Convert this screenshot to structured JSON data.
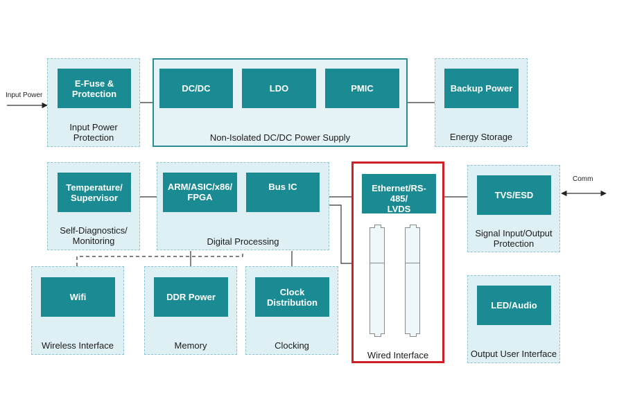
{
  "external": {
    "input_power": "Input Power",
    "comm": "Comm"
  },
  "groups": {
    "input_power_protection": {
      "title": "Input Power\nProtection",
      "blocks": [
        "E-Fuse &\nProtection"
      ]
    },
    "dcdc_supply": {
      "title": "Non-Isolated DC/DC Power Supply",
      "blocks": [
        "DC/DC",
        "LDO",
        "PMIC"
      ]
    },
    "energy_storage": {
      "title": "Energy Storage",
      "blocks": [
        "Backup Power"
      ]
    },
    "self_diagnostics": {
      "title": "Self-Diagnostics/\nMonitoring",
      "blocks": [
        "Temperature/\nSupervisor"
      ]
    },
    "digital_processing": {
      "title": "Digital Processing",
      "blocks": [
        "ARM/ASIC/x86/\nFPGA",
        "Bus IC"
      ]
    },
    "wired_interface": {
      "title": "Wired Interface",
      "blocks": [
        "Ethernet/RS-485/\nLVDS"
      ]
    },
    "signal_io": {
      "title": "Signal Input/Output\nProtection",
      "blocks": [
        "TVS/ESD"
      ]
    },
    "wireless_interface": {
      "title": "Wireless Interface",
      "blocks": [
        "Wifi"
      ]
    },
    "memory": {
      "title": "Memory",
      "blocks": [
        "DDR Power"
      ]
    },
    "clocking": {
      "title": "Clocking",
      "blocks": [
        "Clock Distribution"
      ]
    },
    "output_user_interface": {
      "title": "Output User Interface",
      "blocks": [
        "LED/Audio"
      ]
    }
  },
  "colors": {
    "block_fill": "#1a8a93",
    "group_fill": "#dff0f5",
    "group_border": "#8ec5d3",
    "highlight_border": "#d21f26",
    "wire": "#333333"
  }
}
